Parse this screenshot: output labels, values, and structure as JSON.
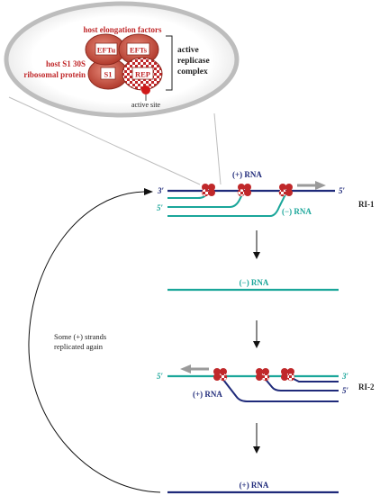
{
  "inset": {
    "host_elongation_factors": "host elongation factors",
    "host_s1_line1": "host S1 30S",
    "host_s1_line2": "ribosomal protein",
    "subunit_eftu": "EFTu",
    "subunit_efts": "EFTs",
    "subunit_s1": "S1",
    "subunit_rep": "REP",
    "complex_line1": "active",
    "complex_line2": "replicase",
    "complex_line3": "complex",
    "active_site": "active site"
  },
  "ri1": {
    "label": "RI-1",
    "plus_rna": "(+) RNA",
    "minus_rna": "(−) RNA",
    "end_3": "3′",
    "end_5_right": "5′",
    "end_5_left": "5′"
  },
  "step2": {
    "minus_rna": "(−) RNA"
  },
  "ri2": {
    "label": "RI-2",
    "plus_rna": "(+) RNA",
    "end_5_left": "5′",
    "end_3_right": "3′",
    "end_5_right": "5′"
  },
  "final": {
    "plus_rna": "(+) RNA"
  },
  "loop": {
    "line1": "Some (+) strands",
    "line2": "replicated again"
  },
  "colors": {
    "plus_strand": "#1f2a7a",
    "minus_strand": "#1aa69a",
    "accent_red": "#c0282a"
  }
}
